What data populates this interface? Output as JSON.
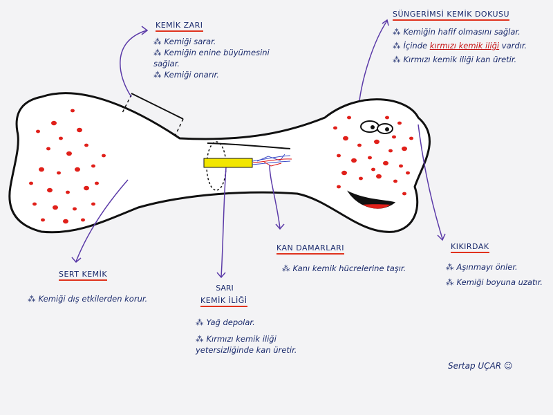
{
  "kemik_zari": {
    "title": "KEMİK ZARI",
    "notes": [
      "Kemiği sarar.",
      "Kemiğin enine büyümesini sağlar.",
      "Kemiği onarır."
    ]
  },
  "sungerimsi": {
    "title": "SÜNGERİMSİ KEMİK DOKUSU",
    "note1": "Kemiğin hafif olmasını sağlar.",
    "note2_pre": "İçinde",
    "note2_red": "kırmızı kemik iliği",
    "note2_post": "vardır.",
    "note3": "Kırmızı kemik iliği kan üretir."
  },
  "sert_kemik": {
    "title": "SERT KEMİK",
    "notes": [
      "Kemiği dış etkilerden korur."
    ]
  },
  "sari_ilik": {
    "title_line1": "SARI",
    "title_line2": "KEMİK İLİĞİ",
    "notes": [
      "Yağ depolar.",
      "Kırmızı kemik iliği yetersizliğinde kan üretir."
    ]
  },
  "kan_damarlari": {
    "title": "KAN DAMARLARI",
    "notes": [
      "Kanı kemik hücrelerine taşır."
    ]
  },
  "kikirdak": {
    "title": "KIKIRDAK",
    "notes": [
      "Aşınmayı önler.",
      "Kemiği boyuna uzatır."
    ]
  },
  "signature": "Sertap UÇAR",
  "signature_smile": "☺",
  "colors": {
    "ink": "#111111",
    "label_ink": "#1a2a6c",
    "arrow": "#5b3aa8",
    "dots": "#e0201a",
    "marrow_yellow": "#f2e600",
    "underline": "#e0321d"
  }
}
